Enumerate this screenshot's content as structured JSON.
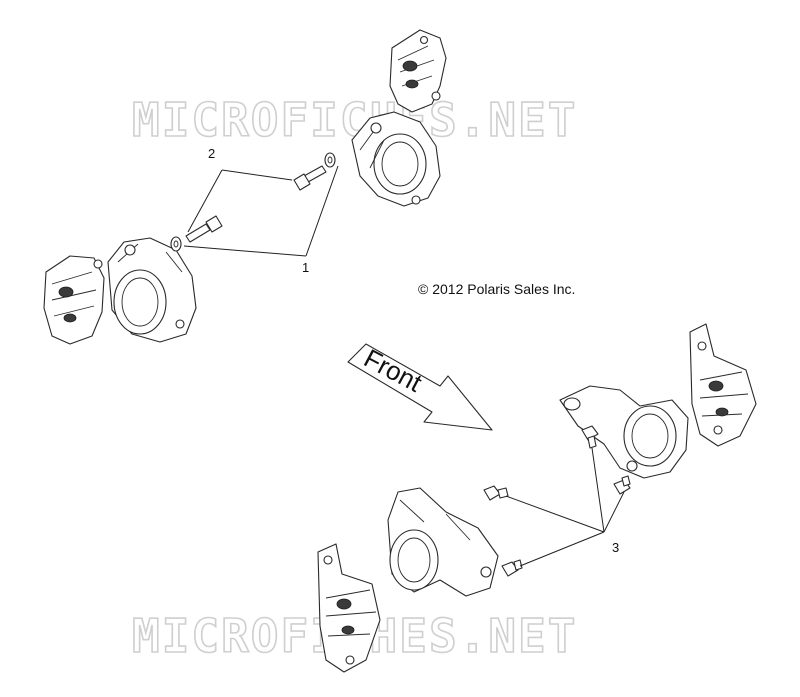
{
  "watermark": "MICROFICHES.NET",
  "copyright": "© 2012 Polaris Sales Inc.",
  "direction_label": "Front",
  "callouts": [
    "1",
    "2",
    "3"
  ]
}
